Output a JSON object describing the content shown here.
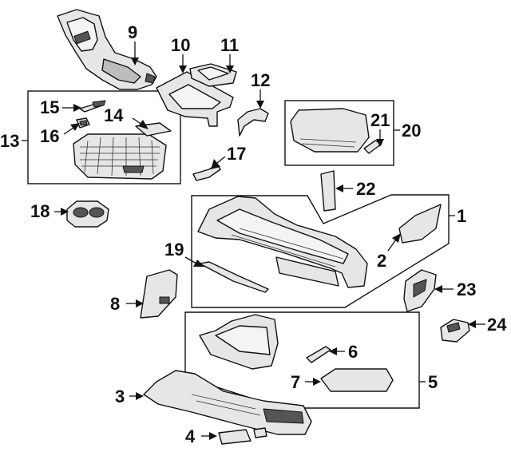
{
  "callouts": [
    {
      "id": "1",
      "label": "1"
    },
    {
      "id": "2",
      "label": "2"
    },
    {
      "id": "3",
      "label": "3"
    },
    {
      "id": "4",
      "label": "4"
    },
    {
      "id": "5",
      "label": "5"
    },
    {
      "id": "6",
      "label": "6"
    },
    {
      "id": "7",
      "label": "7"
    },
    {
      "id": "8",
      "label": "8"
    },
    {
      "id": "9",
      "label": "9"
    },
    {
      "id": "10",
      "label": "10"
    },
    {
      "id": "11",
      "label": "11"
    },
    {
      "id": "12",
      "label": "12"
    },
    {
      "id": "13",
      "label": "13"
    },
    {
      "id": "14",
      "label": "14"
    },
    {
      "id": "15",
      "label": "15"
    },
    {
      "id": "16",
      "label": "16"
    },
    {
      "id": "17",
      "label": "17"
    },
    {
      "id": "18",
      "label": "18"
    },
    {
      "id": "19",
      "label": "19"
    },
    {
      "id": "20",
      "label": "20"
    },
    {
      "id": "21",
      "label": "21"
    },
    {
      "id": "22",
      "label": "22"
    },
    {
      "id": "23",
      "label": "23"
    },
    {
      "id": "24",
      "label": "24"
    }
  ],
  "colors": {
    "ink": "#111111",
    "part_fill": "#e6e6e6",
    "background": "#ffffff"
  }
}
